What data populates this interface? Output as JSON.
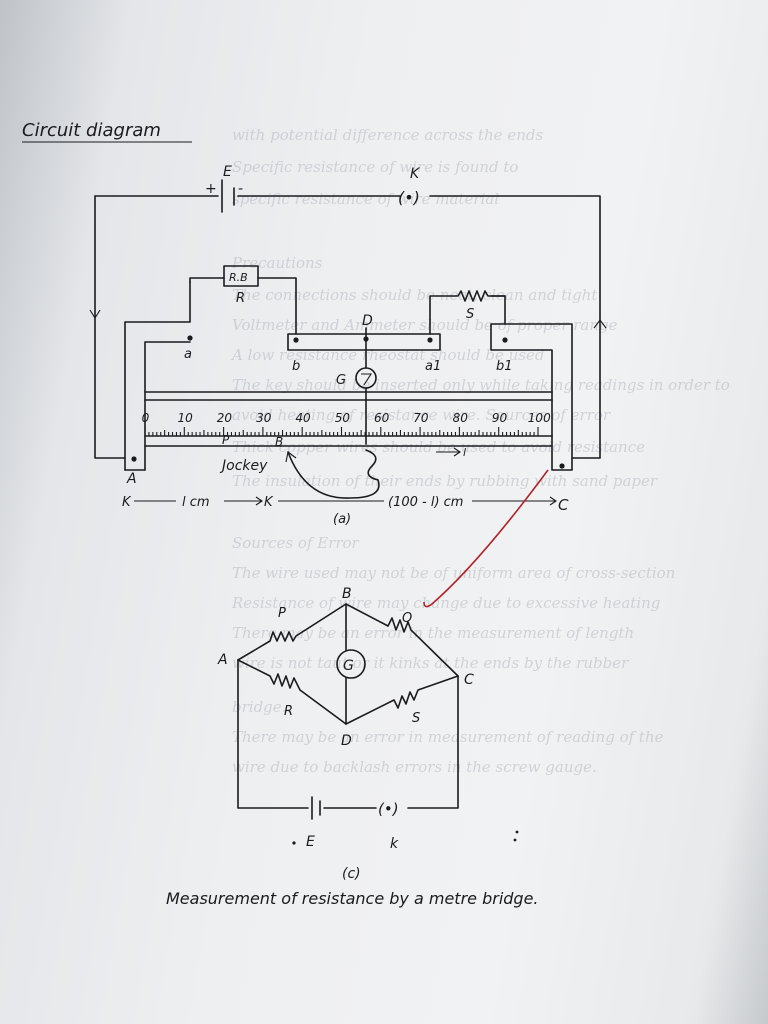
{
  "heading": "Circuit diagram",
  "caption": "Measurement of resistance by a metre bridge.",
  "fig_a": {
    "label": "(a)",
    "battery": "E",
    "battery_plus": "+",
    "battery_minus": "-",
    "key": "K",
    "key_symbol": "(•)",
    "rb_box": "R.B",
    "rb_label": "R",
    "s_label": "S",
    "d_label": "D",
    "g_label": "G",
    "terminals": [
      "a",
      "b",
      "a1",
      "b1"
    ],
    "end_a": "A",
    "end_c": "C",
    "scale_ticks": [
      "0",
      "10",
      "20",
      "30",
      "40",
      "50",
      "60",
      "70",
      "80",
      "90",
      "100"
    ],
    "p_label": "P",
    "b_label": "B",
    "jockey": "Jockey",
    "l_mark": "l",
    "k_left": "K",
    "k_right": "K",
    "len_left": "l cm",
    "len_right": "(100 - l) cm"
  },
  "fig_c": {
    "label": "(c)",
    "nodes": {
      "a": "A",
      "b": "B",
      "c": "C",
      "d": "D"
    },
    "p": "P",
    "q": "Q",
    "r": "R",
    "s": "S",
    "g": "G",
    "battery": "E",
    "key": "k",
    "key_symbol": "(•)"
  }
}
